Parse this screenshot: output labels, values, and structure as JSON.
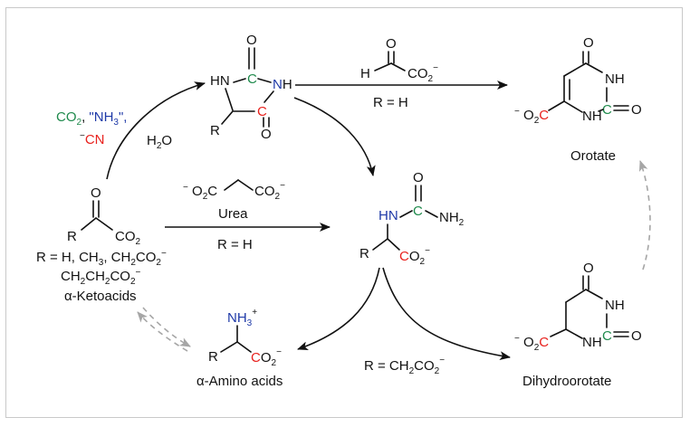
{
  "colors": {
    "carbon_green": "#1f8a4c",
    "carbon_red": "#e8211d",
    "nitrogen_blue": "#1f3aa8",
    "cyanide_red": "#e8211d",
    "arrow_solid": "#111111",
    "arrow_dashed": "#a6a6a6",
    "frame_border": "#c9c9c9"
  },
  "atoms": {
    "O": "O",
    "N": "N",
    "H": "H",
    "NH": "NH",
    "HN": "HN",
    "C": "C",
    "R": "R",
    "NH2": "NH",
    "sub2": "2",
    "sub3": "3",
    "minus": "−",
    "plus": "+"
  },
  "compounds": {
    "ketoacid": {
      "co2_label": "CO",
      "r_definition_line1": "R = H, CH",
      "r_definition_line1b": ", CH",
      "r_definition_line1c": "CO",
      "r_definition_line2": "CH",
      "r_definition_line2b": "CH",
      "r_definition_line2c": "CO",
      "name": "α-Ketoacids"
    },
    "hydantoin": {
      "label": ""
    },
    "carbamoyl_amino_acid": {
      "label": ""
    },
    "amino_acid": {
      "name": "α-Amino acids"
    },
    "dihydroorotate": {
      "name": "Dihydroorotate"
    },
    "orotate": {
      "name": "Orotate"
    },
    "malonate": {
      "label": ""
    },
    "glyoxylate": {
      "label": ""
    }
  },
  "reagents": {
    "co2": "CO",
    "nh3": "\"NH",
    "nh3_close": "\",",
    "cyanide": "CN",
    "water": "H",
    "water_o": "O",
    "urea": "Urea",
    "condition_rh_1": "R = H",
    "condition_rh_2": "R = H",
    "condition_rch2co2": "R = CH",
    "condition_rch2co2_b": "CO"
  }
}
